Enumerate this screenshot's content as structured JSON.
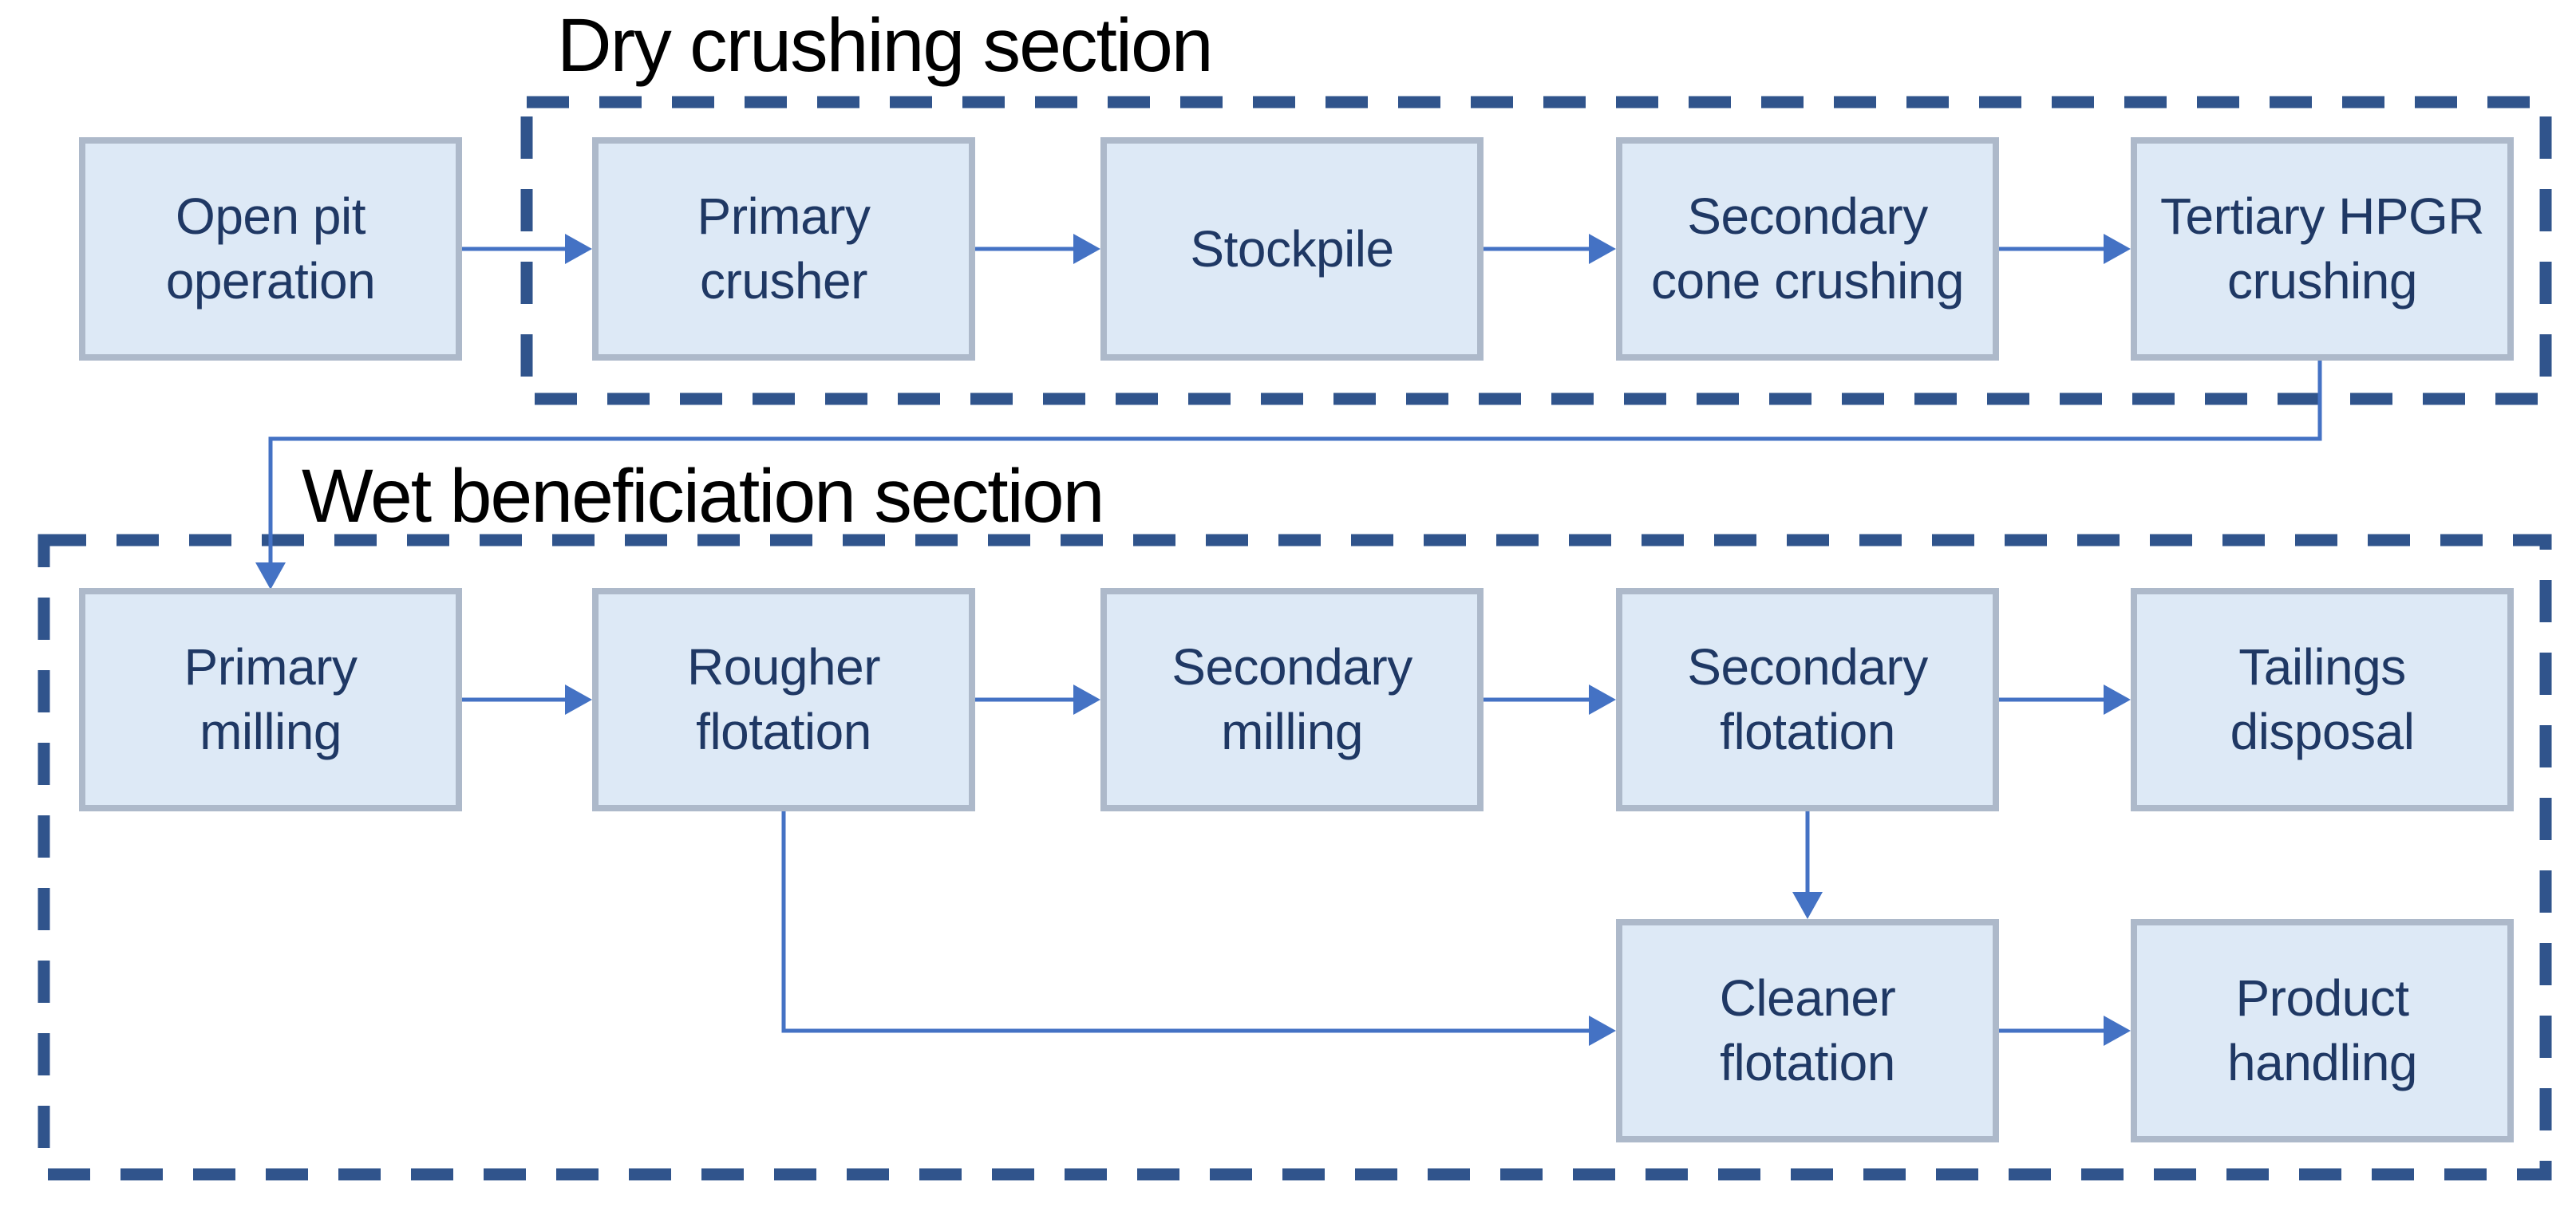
{
  "sections": {
    "dry": {
      "title": "Dry crushing section"
    },
    "wet": {
      "title": "Wet beneficiation section"
    }
  },
  "nodes": [
    {
      "id": "open-pit-operation",
      "label": "Open pit operation",
      "lines": [
        "Open pit",
        "operation"
      ],
      "section": "none"
    },
    {
      "id": "primary-crusher",
      "label": "Primary crusher",
      "lines": [
        "Primary",
        "crusher"
      ],
      "section": "dry"
    },
    {
      "id": "stockpile",
      "label": "Stockpile",
      "lines": [
        "Stockpile"
      ],
      "section": "dry"
    },
    {
      "id": "secondary-cone-crushing",
      "label": "Secondary cone crushing",
      "lines": [
        "Secondary",
        "cone crushing"
      ],
      "section": "dry"
    },
    {
      "id": "tertiary-hpgr-crushing",
      "label": "Tertiary HPGR crushing",
      "lines": [
        "Tertiary HPGR",
        "crushing"
      ],
      "section": "dry"
    },
    {
      "id": "primary-milling",
      "label": "Primary milling",
      "lines": [
        "Primary",
        "milling"
      ],
      "section": "wet"
    },
    {
      "id": "rougher-flotation",
      "label": "Rougher flotation",
      "lines": [
        "Rougher",
        "flotation"
      ],
      "section": "wet"
    },
    {
      "id": "secondary-milling",
      "label": "Secondary milling",
      "lines": [
        "Secondary",
        "milling"
      ],
      "section": "wet"
    },
    {
      "id": "secondary-flotation",
      "label": "Secondary flotation",
      "lines": [
        "Secondary",
        "flotation"
      ],
      "section": "wet"
    },
    {
      "id": "tailings-disposal",
      "label": "Tailings disposal",
      "lines": [
        "Tailings",
        "disposal"
      ],
      "section": "wet"
    },
    {
      "id": "cleaner-flotation",
      "label": "Cleaner flotation",
      "lines": [
        "Cleaner",
        "flotation"
      ],
      "section": "wet"
    },
    {
      "id": "product-handling",
      "label": "Product handling",
      "lines": [
        "Product",
        "handling"
      ],
      "section": "wet"
    }
  ],
  "edges": [
    {
      "from": "open-pit-operation",
      "to": "primary-crusher"
    },
    {
      "from": "primary-crusher",
      "to": "stockpile"
    },
    {
      "from": "stockpile",
      "to": "secondary-cone-crushing"
    },
    {
      "from": "secondary-cone-crushing",
      "to": "tertiary-hpgr-crushing"
    },
    {
      "from": "tertiary-hpgr-crushing",
      "to": "primary-milling"
    },
    {
      "from": "primary-milling",
      "to": "rougher-flotation"
    },
    {
      "from": "rougher-flotation",
      "to": "secondary-milling"
    },
    {
      "from": "secondary-milling",
      "to": "secondary-flotation"
    },
    {
      "from": "secondary-flotation",
      "to": "tailings-disposal"
    },
    {
      "from": "secondary-flotation",
      "to": "cleaner-flotation"
    },
    {
      "from": "rougher-flotation",
      "to": "cleaner-flotation"
    },
    {
      "from": "cleaner-flotation",
      "to": "product-handling"
    }
  ],
  "colors": {
    "background": "#ffffff",
    "box_fill": "#dde9f6",
    "box_border": "#adb9ca",
    "node_text": "#1f3864",
    "arrow": "#4472c4",
    "section_dash": "#30548c",
    "title_text": "#000000"
  }
}
